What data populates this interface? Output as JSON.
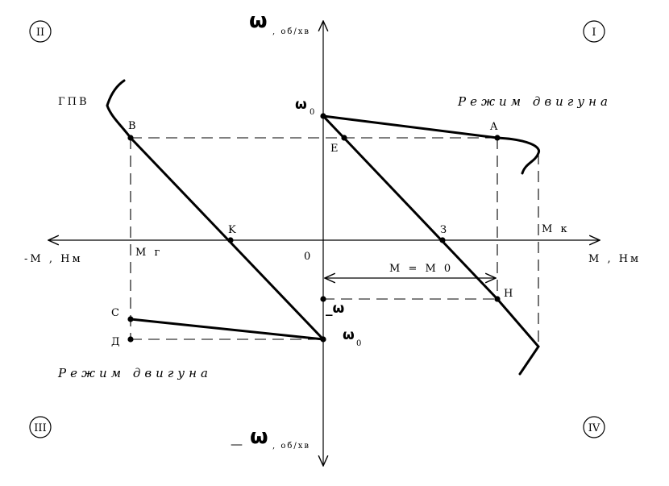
{
  "axes": {
    "y_top_symbol": "ω",
    "y_top_unit": ", об/хв",
    "y_bottom_prefix": "—",
    "y_bottom_symbol": "ω",
    "y_bottom_unit": ", об/хв",
    "x_right_label": "М , Нм",
    "x_left_label": "-М , Нм",
    "origin_label": "0"
  },
  "quadrants": {
    "q1": "I",
    "q2": "II",
    "q3": "III",
    "q4": "IV"
  },
  "mode_labels": {
    "motor_mode_top": "Режим двигуна",
    "motor_mode_bottom": "Режим двигуна",
    "gpv": "ГПВ"
  },
  "point_labels": {
    "A": "A",
    "B": "B",
    "E": "E",
    "K": "K",
    "Z": "З",
    "H": "Н",
    "C": "С",
    "D": "Д",
    "Mk": "М к",
    "Mg": "М г"
  },
  "omega_markers": {
    "omega0_top": "ω",
    "omega0_top_sub": "0",
    "omega0_bottom": "ω",
    "omega0_bottom_sub": "0",
    "omega_minus": "_ω"
  },
  "annotations": {
    "m_equals_m0": "М = М 0"
  }
}
